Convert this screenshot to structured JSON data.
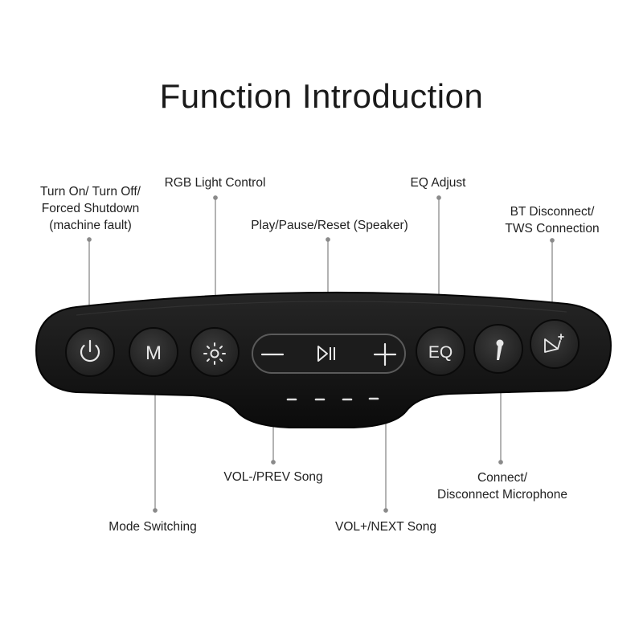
{
  "title": "Function Introduction",
  "labels": {
    "power": [
      "Turn On/ Turn Off/",
      "Forced Shutdown",
      "(machine fault)"
    ],
    "rgb": "RGB Light Control",
    "play": "Play/Pause/Reset (Speaker)",
    "eq": "EQ Adjust",
    "bt": [
      "BT Disconnect/",
      "TWS Connection"
    ],
    "vol_minus": "VOL-/PREV Song",
    "mode": "Mode Switching",
    "mic": [
      "Connect/",
      "Disconnect Microphone"
    ],
    "vol_plus": "VOL+/NEXT Song"
  },
  "buttons": {
    "mode_glyph": "M",
    "eq_glyph": "EQ"
  },
  "icons": {
    "power": "power-icon",
    "mode": "mode-letter",
    "rgb": "sun-icon",
    "minus": "minus-icon",
    "play_pause": "play-pause-icon",
    "plus": "plus-icon",
    "eq": "eq-letters",
    "mic": "microphone-icon",
    "bt": "bluetooth-tws-icon"
  },
  "colors": {
    "panel": "#141414",
    "button": "#2b2b2b",
    "glyph": "#e8e8e8",
    "line": "#8a8a8a"
  }
}
